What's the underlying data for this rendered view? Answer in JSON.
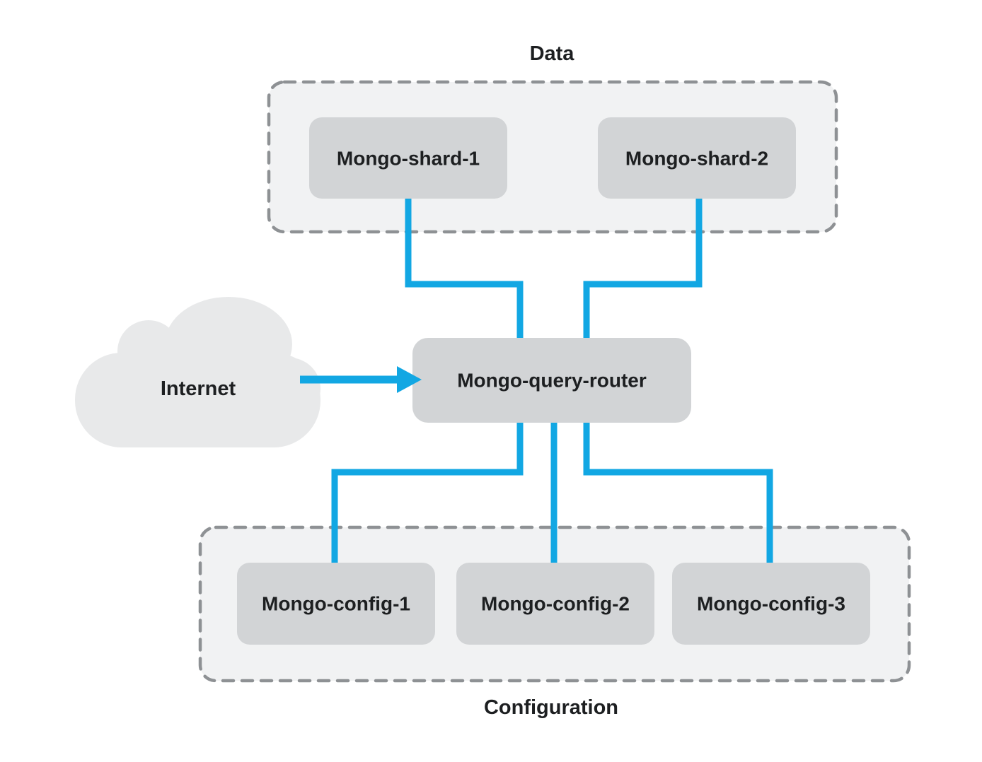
{
  "diagram": {
    "type": "architecture-diagram",
    "subject": "MongoDB sharded cluster",
    "groups": {
      "data": {
        "label": "Data",
        "members": [
          "Mongo-shard-1",
          "Mongo-shard-2"
        ]
      },
      "configuration": {
        "label": "Configuration",
        "members": [
          "Mongo-config-1",
          "Mongo-config-2",
          "Mongo-config-3"
        ]
      }
    },
    "nodes": {
      "shard1": {
        "label": "Mongo-shard-1"
      },
      "shard2": {
        "label": "Mongo-shard-2"
      },
      "router": {
        "label": "Mongo-query-router"
      },
      "config1": {
        "label": "Mongo-config-1"
      },
      "config2": {
        "label": "Mongo-config-2"
      },
      "config3": {
        "label": "Mongo-config-3"
      },
      "internet": {
        "label": "Internet",
        "shape": "cloud"
      }
    },
    "edges": [
      {
        "from": "Mongo-shard-1",
        "to": "Mongo-query-router",
        "style": "elbow",
        "arrow": false
      },
      {
        "from": "Mongo-shard-2",
        "to": "Mongo-query-router",
        "style": "elbow",
        "arrow": false
      },
      {
        "from": "Internet",
        "to": "Mongo-query-router",
        "style": "straight",
        "arrow": true
      },
      {
        "from": "Mongo-query-router",
        "to": "Mongo-config-1",
        "style": "elbow",
        "arrow": false
      },
      {
        "from": "Mongo-query-router",
        "to": "Mongo-config-2",
        "style": "straight",
        "arrow": false
      },
      {
        "from": "Mongo-query-router",
        "to": "Mongo-config-3",
        "style": "elbow",
        "arrow": false
      }
    ]
  },
  "colors": {
    "background": "#ffffff",
    "connector_blue": "#12a7e3",
    "node_fill": "#d2d4d6",
    "group_fill": "#f1f2f3",
    "group_border": "#8e9194",
    "cloud_fill": "#e8e9ea",
    "text": "#1d1f21"
  }
}
